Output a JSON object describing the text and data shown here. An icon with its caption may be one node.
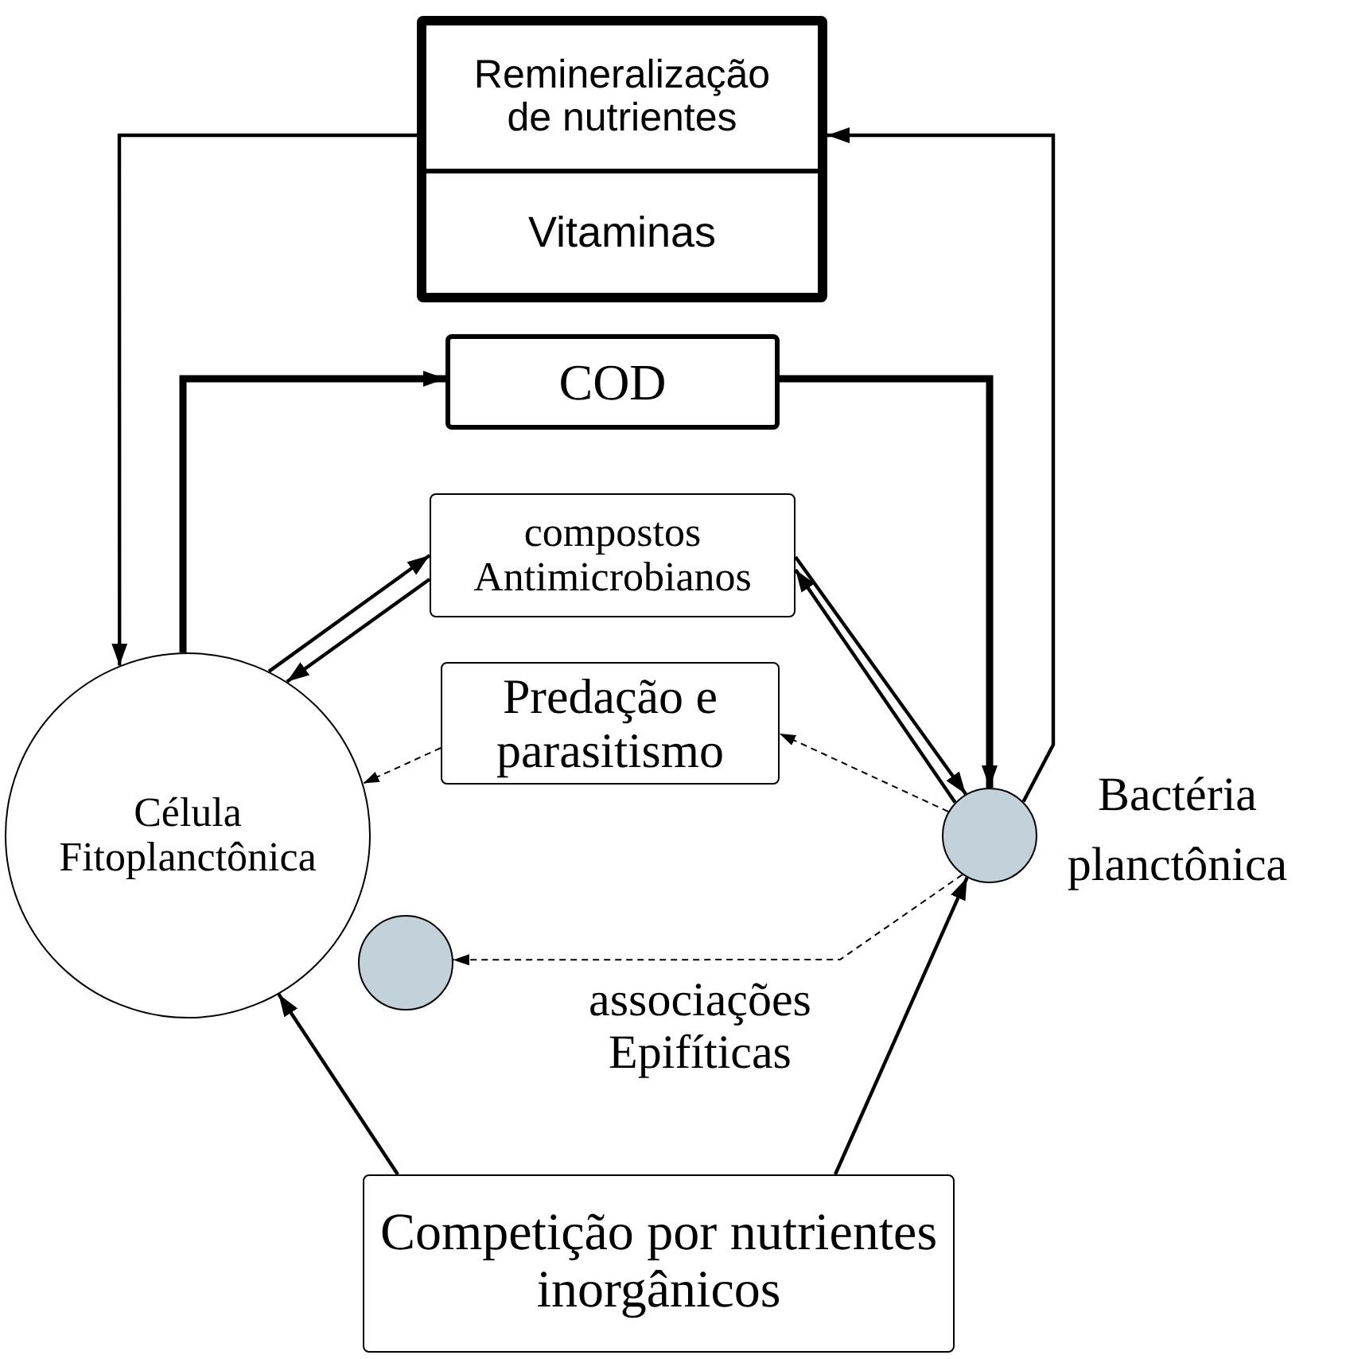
{
  "diagram": {
    "nodes": [
      {
        "text": [
          "Remineralização de nutrientes",
          "Vitaminas"
        ]
      },
      {
        "text": [
          "COD"
        ]
      },
      {
        "text": [
          "compostos Antimicrobianos"
        ]
      },
      {
        "text": [
          "Predação e parasitismo"
        ]
      },
      {
        "text": [
          "Célula Fitoplanctônica"
        ]
      },
      {
        "text": [],
        "shape": "circle"
      },
      {
        "text": [],
        "shape": "circle",
        "beside": [
          "Bactéria planctônica"
        ]
      },
      {
        "text": [
          "Competição por nutrientes inorgânicos"
        ]
      }
    ],
    "edges": [
      {
        "from": 0,
        "to": 4,
        "arrow": "to"
      },
      {
        "from": 6,
        "to": 0,
        "arrow": "to"
      },
      {
        "from": 4,
        "to": 1,
        "arrow": "to",
        "style": "thick"
      },
      {
        "from": 1,
        "to": 6,
        "arrow": "to",
        "style": "thick"
      },
      {
        "from": 4,
        "to": 2,
        "arrow": "to"
      },
      {
        "from": 2,
        "to": 4,
        "arrow": "to"
      },
      {
        "from": 2,
        "to": 6,
        "arrow": "to"
      },
      {
        "from": 6,
        "to": 2,
        "arrow": "to"
      },
      {
        "from": 6,
        "to": 3,
        "arrow": "to",
        "style": "dashed"
      },
      {
        "from": 3,
        "to": 4,
        "arrow": "to",
        "style": "dashed"
      },
      {
        "from": 6,
        "to": 5,
        "arrow": "to",
        "style": "dashed",
        "label": "associações Epifíticas"
      },
      {
        "from": 7,
        "to": 4,
        "arrow": "to"
      },
      {
        "from": 7,
        "to": 6,
        "arrow": "to"
      }
    ]
  }
}
